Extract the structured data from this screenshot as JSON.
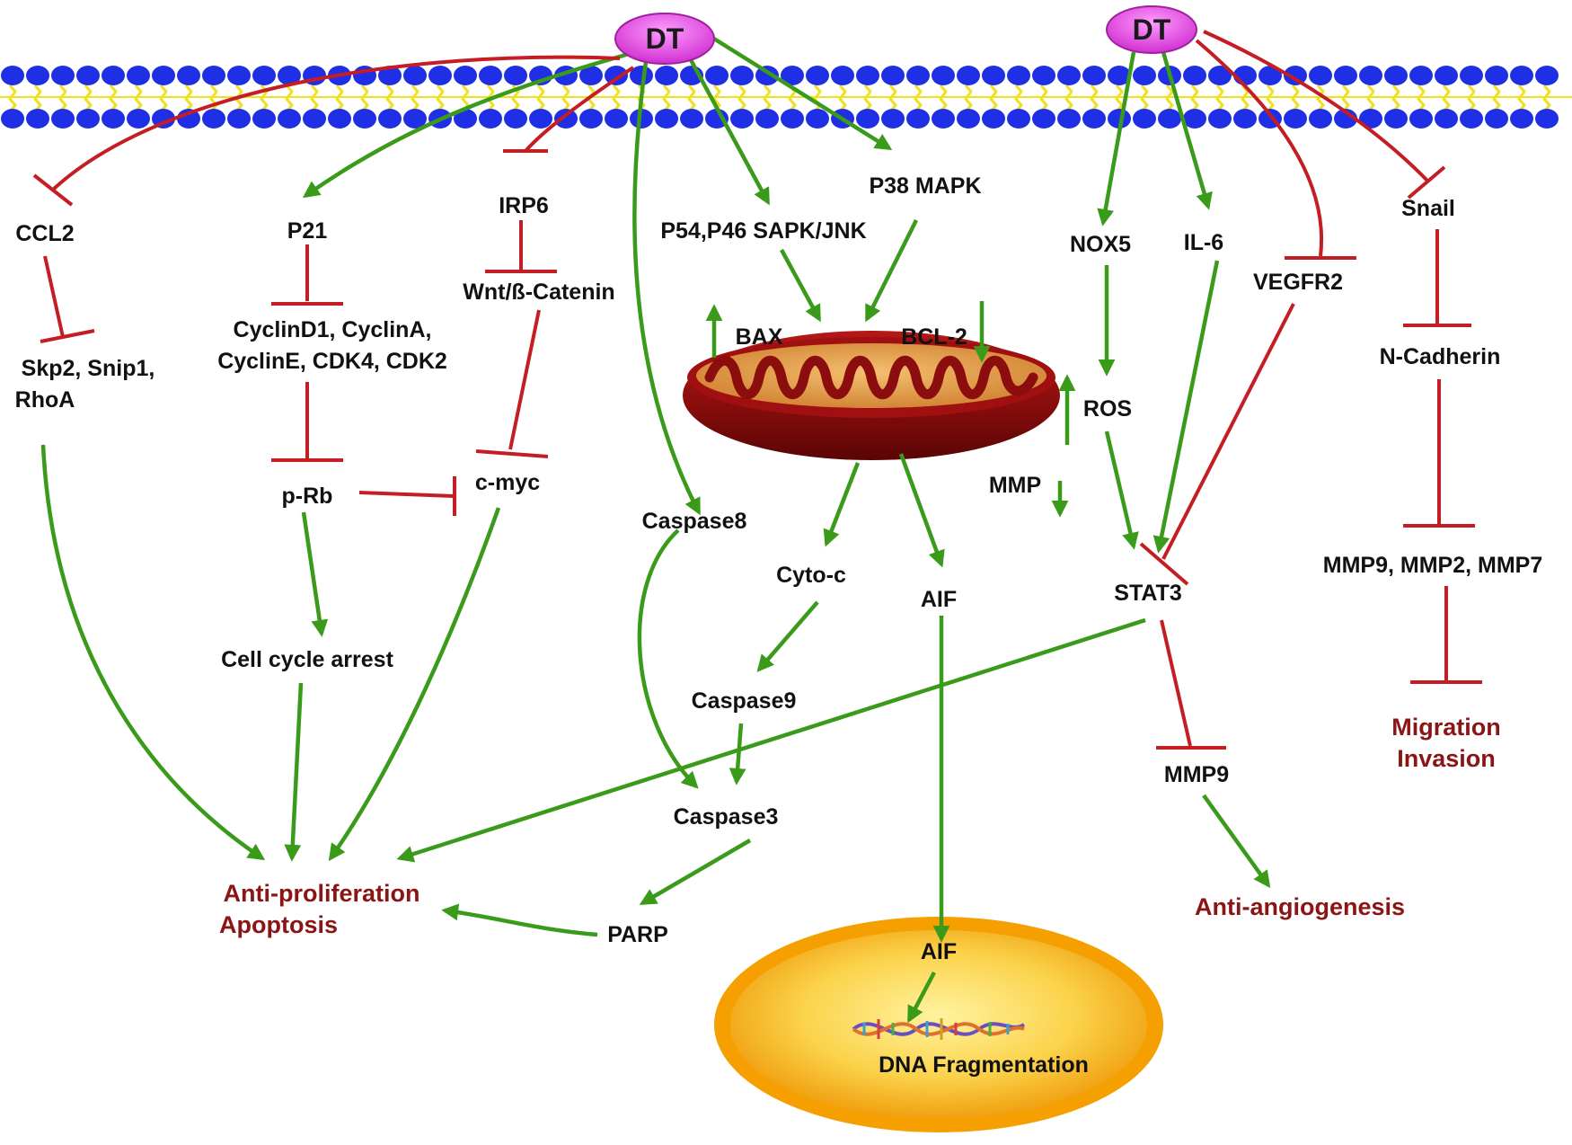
{
  "colors": {
    "activation": "#3a9a1a",
    "inhibition": "#c41e24",
    "outcome_text": "#8b1414",
    "membrane_head": "#1f2fe6",
    "membrane_tail": "#f0e020",
    "dt_fill": "#e040e0",
    "mitochondria": "#8b0d0d",
    "nucleus": "#f5a000"
  },
  "drug": {
    "left": "DT",
    "right": "DT"
  },
  "nodes": {
    "ccl2": "CCL2",
    "skp2_line1": "Skp2, Snip1,",
    "skp2_line2": "RhoA",
    "p21": "P21",
    "cyclin_line1": "CyclinD1, CyclinA,",
    "cyclin_line2": "CyclinE, CDK4, CDK2",
    "prb": "p-Rb",
    "cell_cycle_arrest": "Cell cycle arrest",
    "irp6": "IRP6",
    "wnt": "Wnt/ß-Catenin",
    "cmyc": "c-myc",
    "jnk": "P54,P46 SAPK/JNK",
    "p38": "P38 MAPK",
    "bax": "BAX",
    "bcl2": "BCL-2",
    "caspase8": "Caspase8",
    "cytoc": "Cyto-c",
    "caspase9": "Caspase9",
    "caspase3": "Caspase3",
    "parp": "PARP",
    "aif_upper": "AIF",
    "aif_nucleus": "AIF",
    "dna": "DNA Fragmentation",
    "nox5": "NOX5",
    "ros": "ROS",
    "mmp_mito": "MMP",
    "il6": "IL-6",
    "vegfr2": "VEGFR2",
    "stat3": "STAT3",
    "mmp9": "MMP9",
    "snail": "Snail",
    "ncadherin": "N-Cadherin",
    "mmps": "MMP9, MMP2, MMP7"
  },
  "outcomes": {
    "apoptosis_line1": "Anti-proliferation",
    "apoptosis_line2": "Apoptosis",
    "angiogenesis": "Anti-angiogenesis",
    "migration_line1": "Migration",
    "migration_line2": "Invasion"
  }
}
